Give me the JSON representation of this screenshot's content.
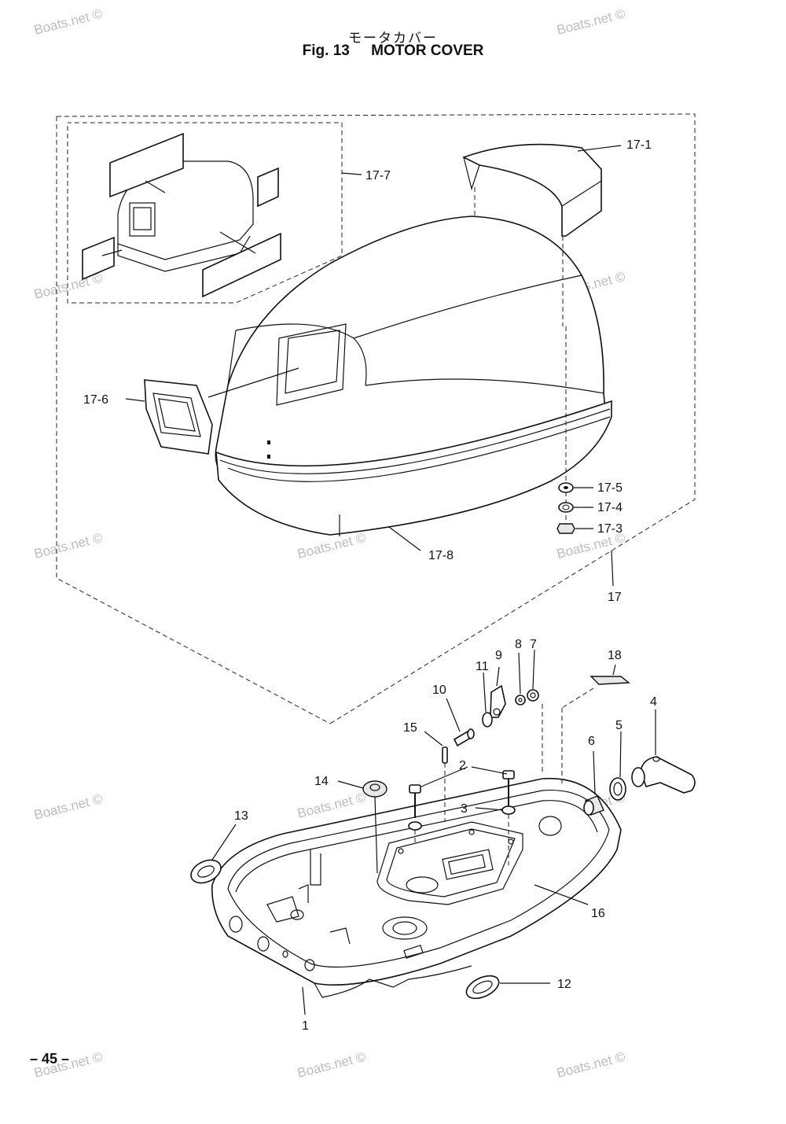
{
  "header": {
    "title_jp": "モータカバー",
    "fig_label": "Fig. 13",
    "title_en": "MOTOR COVER"
  },
  "page_number": "– 45 –",
  "watermark_text": "Boats.net ©",
  "callouts": {
    "c17_1": "17-1",
    "c17_7": "17-7",
    "c17_6": "17-6",
    "c17_5": "17-5",
    "c17_4": "17-4",
    "c17_3": "17-3",
    "c17_8": "17-8",
    "c17": "17",
    "c18": "18",
    "c9": "9",
    "c8": "8",
    "c7": "7",
    "c11": "11",
    "c10": "10",
    "c4": "4",
    "c15": "15",
    "c6": "6",
    "c5": "5",
    "c2": "2",
    "c14": "14",
    "c3": "3",
    "c13": "13",
    "c16": "16",
    "c12": "12",
    "c1": "1"
  }
}
